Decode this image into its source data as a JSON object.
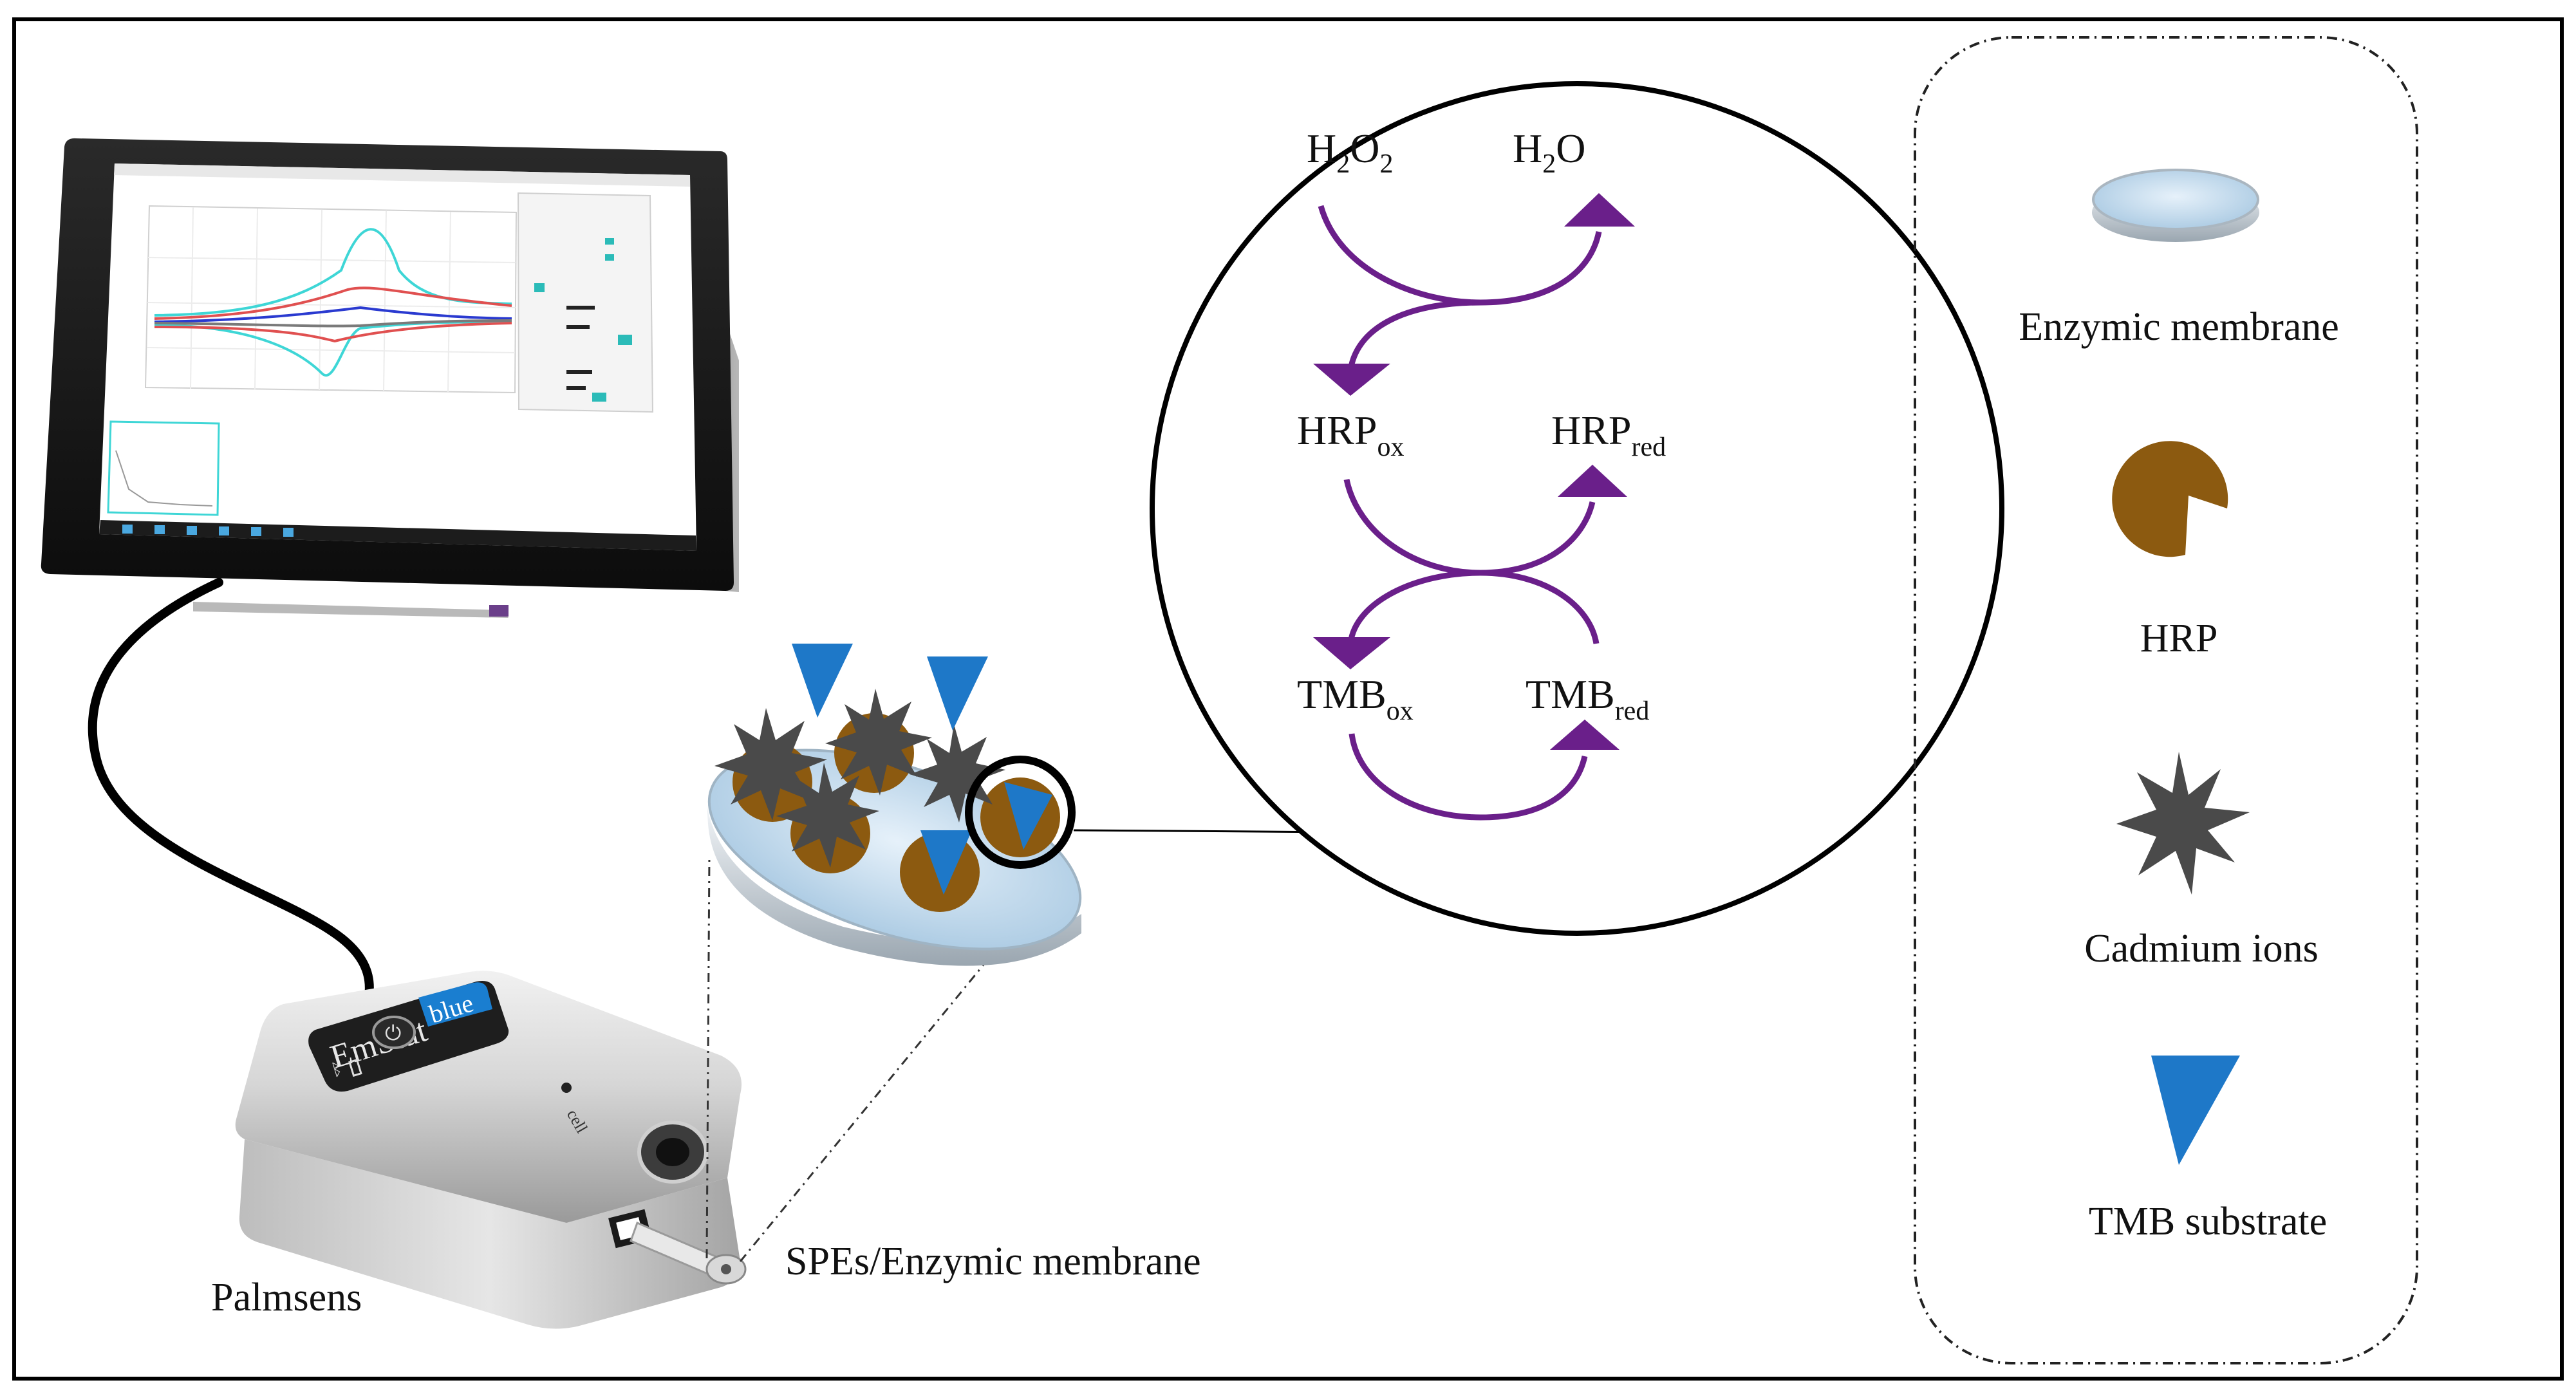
{
  "device": {
    "brand_text": "EmStat",
    "brand_badge": "blue",
    "port_label": "cell",
    "name_label": "Palmsens",
    "electrode_label": "SPEs/Enzymic membrane"
  },
  "cycle": {
    "top_left": {
      "base": "H",
      "sub1": "2",
      "mid": "O",
      "sub2": "2"
    },
    "top_right": {
      "base": "H",
      "sub1": "2",
      "mid": "O"
    },
    "mid_left": {
      "base": "HRP",
      "sub": "ox"
    },
    "mid_right": {
      "base": "HRP",
      "sub": "red"
    },
    "bottom_left": {
      "base": "TMB",
      "sub": "ox"
    },
    "bottom_right": {
      "base": "TMB",
      "sub": "red"
    }
  },
  "legend": {
    "items": [
      {
        "label": "Enzymic membrane",
        "icon": "membrane-disc-icon"
      },
      {
        "label": "HRP",
        "icon": "hrp-pacman-icon"
      },
      {
        "label": "Cadmium ions",
        "icon": "cadmium-star-icon"
      },
      {
        "label": "TMB substrate",
        "icon": "tmb-triangle-icon"
      }
    ]
  },
  "colors": {
    "arrow_purple": "#7a2a96",
    "hrp_brown": "#8c5a10",
    "cadmium_gray": "#4a4a4a",
    "tmb_blue": "#1e78c8",
    "membrane_blue": "#c9dff0",
    "frame": "#000000",
    "screen_cyan": "#3ed6d6",
    "screen_red": "#e05050"
  }
}
